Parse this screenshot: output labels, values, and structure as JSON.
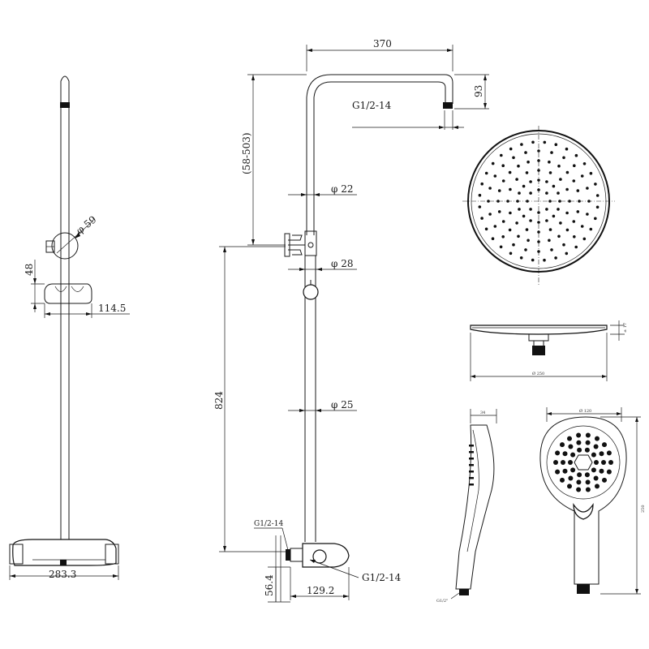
{
  "dimensions": {
    "arm_width": "370",
    "arm_drop": "93",
    "thread_top": "G1/2-14",
    "adjust_range": "(58-503)",
    "pipe_top_dia": "φ 22",
    "pipe_mid_dia": "φ 28",
    "height": "824",
    "pipe_low_dia": "φ 25",
    "thread_inlet": "G1/2-14",
    "thread_outlet": "G1/2-14",
    "valve_height": "56.4",
    "valve_depth": "129.2",
    "knob_dia": "φ 59",
    "holder_height": "48",
    "holder_depth": "114.5",
    "valve_width": "283.3",
    "head_height": "± 17",
    "head_diameter": "Ø 250",
    "hand_thickness": "34",
    "hand_diameter": "Ø 120",
    "hand_length": "250",
    "hand_thread": "G1/2\""
  }
}
